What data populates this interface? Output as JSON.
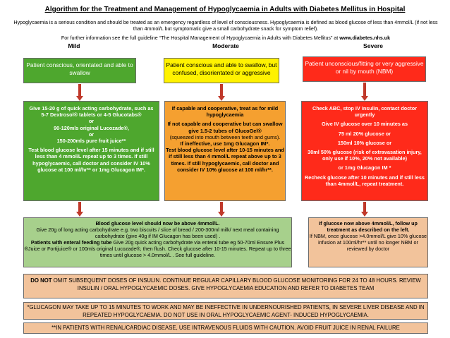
{
  "title": "Algorithm for the Treatment and Management of Hypoglycaemia in Adults with Diabetes Mellitus in Hospital",
  "intro": "Hypoglycaemia is a serious condition and should be treated as an emergency regardless of level of consciousness. Hypoglycaemia is defined as blood glucose of less than 4mmol/L (if not less than 4mmol/L but symptomatic give a small carbohydrate snack for symptom relief).",
  "further_prefix": "For further information see the full guideline “The Hospital Management of Hypoglycaemia in Adults with Diabetes Mellitus” at ",
  "further_link": "www.diabetes.nhs.uk",
  "columns": {
    "mild": {
      "heading": "Mild",
      "condition": "Patient conscious, orientated and able to swallow",
      "treatment": [
        "Give 15-20 g of quick acting carbohydrate, such as",
        "5-7 Dextrosol® tablets  or 4-5 Glucotabs®",
        "or",
        "90-120mls original Lucozade®,",
        "or",
        "150-200mls  pure fruit juice**",
        "Test blood glucose level after 15 minutes and if still less than 4 mmol/L repeat up to 3 times. If still hypoglycaemic, call doctor and consider IV 10% glucose at 100 ml/hr** or 1mg Glucagon IM*."
      ]
    },
    "moderate": {
      "heading": "Moderate",
      "condition": "Patient conscious and able to swallow,  but confused, disorientated or aggressive",
      "treatment": [
        "If capable and cooperative, treat as for mild hypoglycaemia",
        "If not capable  and cooperative but can swallow give 1.5-2 tubes of GlucoGel®",
        "(squeezed into mouth between teeth and gums).",
        "If ineffective, use 1mg  Glucagon IM*.",
        "Test blood glucose level after 10-15 minutes and if still less than 4 mmol/L repeat  above up to 3 times. If still hypoglycaemic, call doctor and consider IV 10% glucose at 100 ml/hr**."
      ]
    },
    "severe": {
      "heading": "Severe",
      "condition": "Patient unconscious/fitting or very aggressive or nil by mouth (NBM)",
      "treatment": [
        "Check ABC, stop IV insulin, contact doctor urgently",
        "Give IV glucose over 10 minutes as",
        "75 ml 20% glucose or",
        "150ml 10% glucose or",
        "30ml 50% glucose (risk of extravasation injury, only use if 10%, 20% not available)",
        "or 1mg Glucagon IM *",
        "Recheck glucose after 10 minutes and if still less than 4mmol/L, repeat  treatment."
      ]
    }
  },
  "followup_left": {
    "heading": "Blood glucose level should now be above 4mmol/L.",
    "line1": "Give 20g of long acting carbohydrate e.g. two biscuits / slice of bread / 200-300ml milk/ next meal containing carbohydrate (give 40g if IM Glucagon has been used) .",
    "feeding_label": "Patients with enteral feeding tube",
    "feeding_text": " Give 20g quick acting carbohydrate via enteral tube eg  50-70ml Ensure Plus ®Juice or Fortijuice® or 100mls original Lucozade®, then flush. Check glucose after 10-15 minutes. Repeat up to three times until glucose > 4.0mmol/L . See full guideline."
  },
  "followup_right": {
    "heading": "If glucose now above 4mmol/L, follow up treatment as described on the left.",
    "text": "If NBM, once glucose >4.0mmol/L give 10% glucose infusion at 100ml/hr** until no longer NBM or reviewed by doctor"
  },
  "footer1": {
    "bold": "DO NOT",
    "text": " OMIT SUBSEQUENT DOSES OF INSULIN. CONTINUE REGULAR CAPILLARY BLOOD GLUCOSE MONITORING FOR 24 TO 48 HOURS. REVIEW INSULIN / ORAL HYPOGLYCAEMIC DOSES. GIVE HYPOGLYCAEMIA EDUCATION AND REFER TO DIABETES TEAM"
  },
  "footer2": "*GLUCAGON MAY TAKE UP TO 15 MINUTES TO WORK AND MAY BE INEFFECTIVE IN UNDERNOURISHED PATIENTS, IN SEVERE LIVER DISEASE AND IN REPEATED HYPOGLYCAEMIA. DO NOT USE IN ORAL HYPOGLYCAEMIC AGENT- INDUCED HYPOGLYCAEMIA.",
  "footer3": "**IN PATIENTS WITH RENAL/CARDIAC DISEASE, USE INTRAVENOUS FLUIDS WITH CAUTION. AVOID FRUIT JUICE IN RENAL FAILURE",
  "colors": {
    "mild_dark": "#4ea72e",
    "mild_light": "#a7d08c",
    "moderate_dark": "#fff200",
    "moderate_light": "#f5a030",
    "severe": "#ff2a1a",
    "footer": "#f2c39b",
    "arrow": "#c0392b"
  }
}
